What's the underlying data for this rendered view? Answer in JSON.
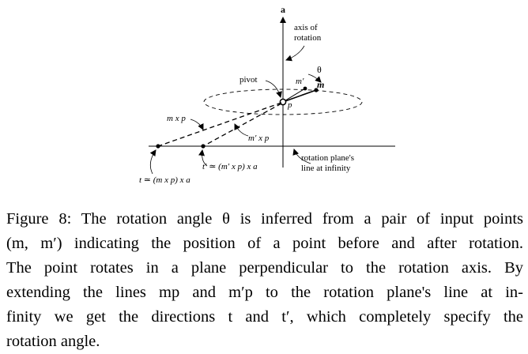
{
  "figure": {
    "labels": {
      "axis_name": "a",
      "axis_of_rotation_1": "axis of",
      "axis_of_rotation_2": "rotation",
      "theta": "θ",
      "pivot": "pivot",
      "m_prime": "m′",
      "m": "m",
      "p": "p",
      "m_x_p": "m x p",
      "m_prime_x_p": "m′ x p",
      "t_prime_formula": "t′ ≃ (m′ x p) x a",
      "t_formula": "t ≃ (m x p) x a",
      "line_at_infinity_1": "rotation plane's",
      "line_at_infinity_2": "line at infinity"
    }
  },
  "caption": {
    "lines": [
      "Figure 8: The rotation angle θ is inferred from a pair of input points",
      "(m, m′) indicating the position of a point before and after rotation.",
      "The point rotates in a plane perpendicular to the rotation axis. By",
      "extending the lines mp and m′p to the rotation plane's line at in-",
      "finity we get the directions t and t′, which completely specify the",
      "rotation angle."
    ]
  }
}
